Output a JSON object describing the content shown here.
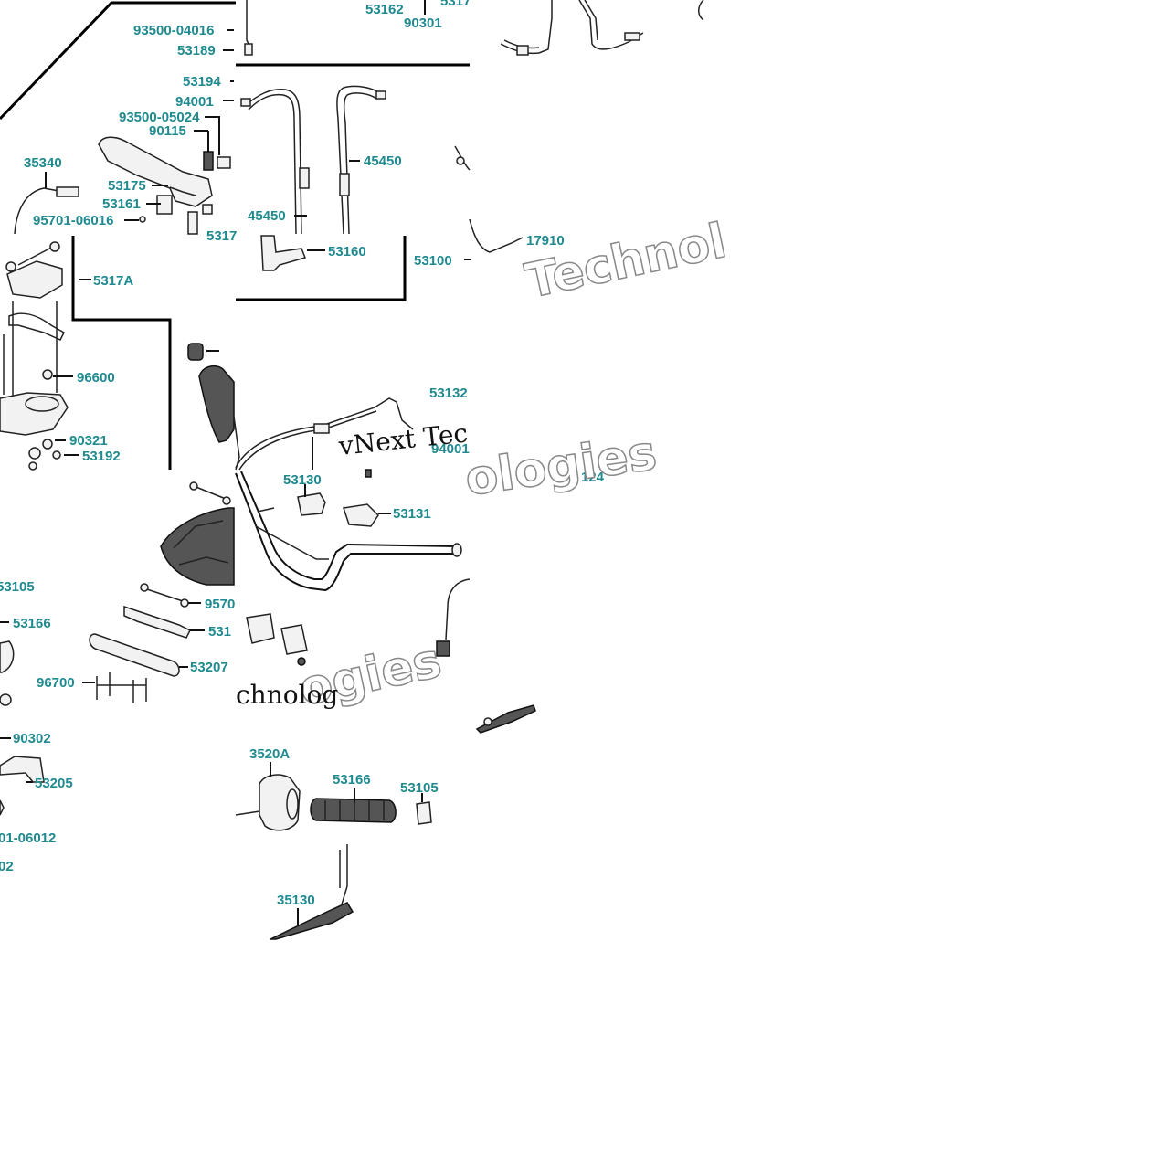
{
  "labels": {
    "l_53162": "53162",
    "l_5317_top": "5317",
    "l_90301": "90301",
    "l_93500_04016": "93500-04016",
    "l_53189": "53189",
    "l_53194": "53194",
    "l_94001": "94001",
    "l_93500_05024": "93500-05024",
    "l_90115": "90115",
    "l_35340": "35340",
    "l_53175": "53175",
    "l_53161": "53161",
    "l_95701_06016": "95701-06016",
    "l_5317_cut": "5317",
    "l_45450_a": "45450",
    "l_45450_b": "45450",
    "l_53160": "53160",
    "l_53100": "53100",
    "l_17910": "17910",
    "l_5317A": "5317A",
    "l_96600": "96600",
    "l_90321": "90321",
    "l_53192": "53192",
    "l_53132": "53132",
    "l_94001_b": "94001",
    "l_53130": "53130",
    "l_53131": "53131",
    "l_53105_a": "53105",
    "l_53166_a": "53166",
    "l_9570": "9570",
    "l_531x": "531",
    "l_53207": "53207",
    "l_96700": "96700",
    "l_90302": "90302",
    "l_53205": "53205",
    "l_01_06012": "01-06012",
    "l_02": "02",
    "l_3520A": "3520A",
    "l_53166_b": "53166",
    "l_53105_b": "53105",
    "l_35130": "35130",
    "l_124": "124"
  },
  "watermarks": {
    "w1": "Technol",
    "w2": "vNext Tec",
    "w3": "ologies",
    "w4": "ogies",
    "w5": "chnolog"
  }
}
